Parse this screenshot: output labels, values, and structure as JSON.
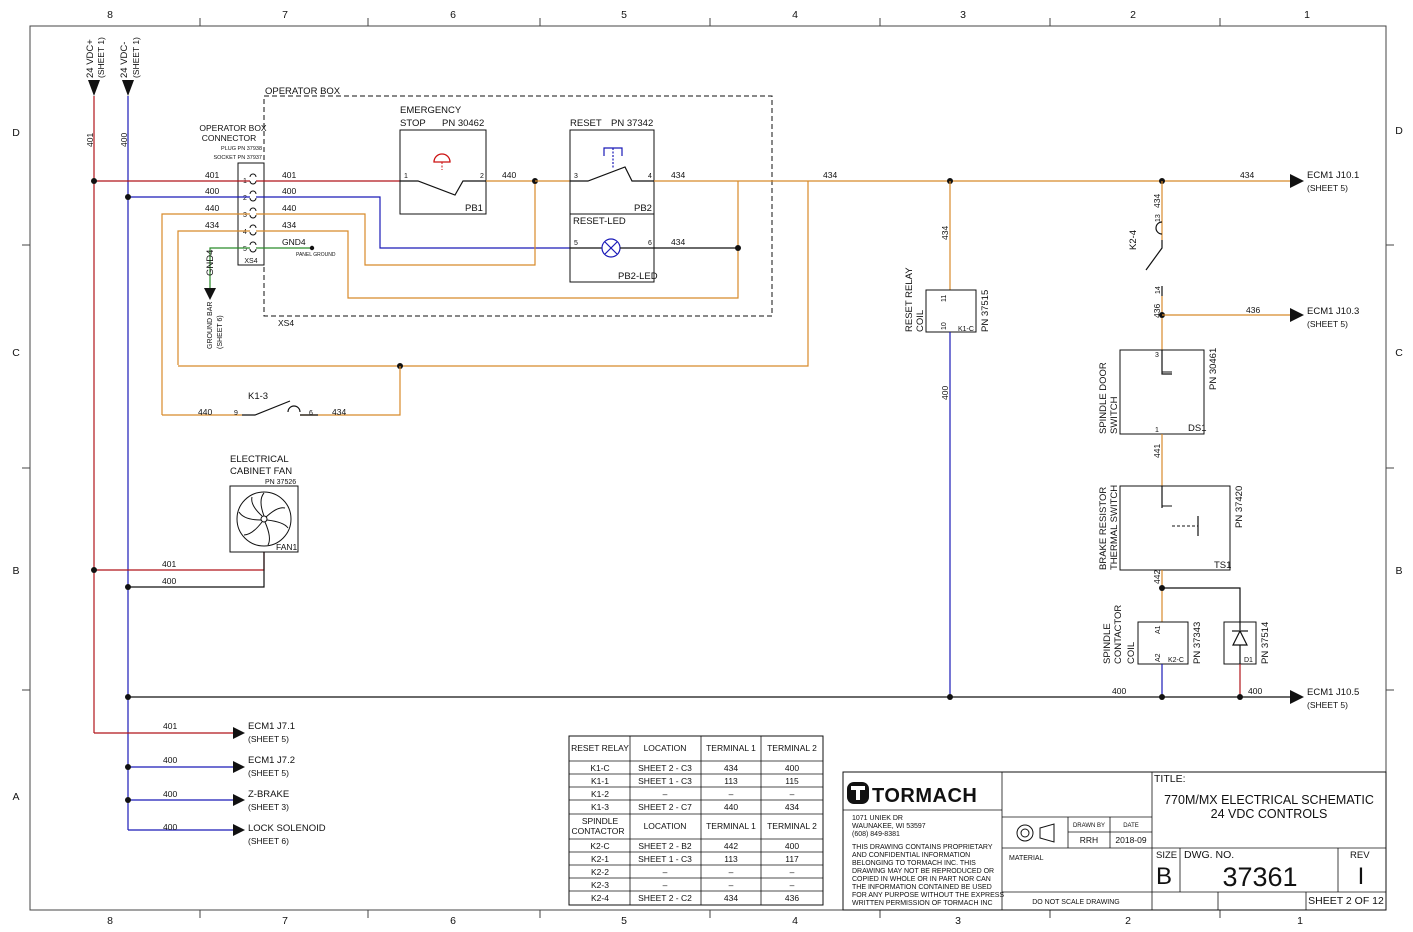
{
  "border": {
    "cols_top": [
      "8",
      "7",
      "6",
      "5",
      "4",
      "3",
      "2",
      "1"
    ],
    "cols_bottom": [
      "8",
      "7",
      "6",
      "5",
      "4",
      "3",
      "2",
      "1"
    ],
    "rows": [
      "D",
      "C",
      "B",
      "A"
    ]
  },
  "colors": {
    "red": "#b0151a",
    "blue": "#1a1ab8",
    "orange": "#d88a2a",
    "green": "#2a8c2a",
    "black": "#111111"
  },
  "supply": {
    "pos": {
      "label": "24 VDC+",
      "sheet": "(SHEET 1)",
      "wire": "401"
    },
    "neg": {
      "label": "24 VDC-",
      "sheet": "(SHEET 1)",
      "wire": "400"
    }
  },
  "operator_box": {
    "title": "OPERATOR BOX",
    "tag": "XS4",
    "connector": {
      "line1": "OPERATOR BOX",
      "line2": "CONNECTOR",
      "plug": "PLUG PN 37938",
      "socket": "SOCKET PN 37937",
      "tag": "XS4",
      "pins": [
        "1",
        "2",
        "3",
        "4",
        "5"
      ]
    },
    "wires_left": [
      "401",
      "400",
      "440",
      "434"
    ],
    "wires_right": [
      "401",
      "400",
      "440",
      "434"
    ],
    "gnd_label": "GND4",
    "panel_ground": "PANEL GROUND",
    "estop": {
      "line1": "EMERGENCY",
      "line2": "STOP",
      "pn": "PN 30462",
      "pin1": "1",
      "pin2": "2",
      "tag": "PB1"
    },
    "reset": {
      "label": "RESET",
      "pn": "PN 37342",
      "pin3": "3",
      "pin4": "4",
      "tag": "PB2"
    },
    "reset_led": {
      "label": "RESET-LED",
      "pin5": "5",
      "pin6": "6",
      "tag": "PB2-LED"
    },
    "w440": "440",
    "w434a": "434",
    "w434b": "434"
  },
  "ground_bar": {
    "wire": "GND4",
    "label": "GROUND BAR",
    "sheet": "(SHEET 6)"
  },
  "k13": {
    "label": "K1-3",
    "wire_l": "440",
    "pin9": "9",
    "pin6": "6",
    "wire_r": "434"
  },
  "fan": {
    "line1": "ELECTRICAL",
    "line2": "CABINET FAN",
    "pn": "PN 37526",
    "tag": "FAN1",
    "w401": "401",
    "w400": "400"
  },
  "bus434": "434",
  "relay": {
    "label1": "RESET RELAY",
    "label2": "COIL",
    "pn": "PN 37515",
    "tag": "K1-C",
    "pin11": "11",
    "pin10": "10",
    "w_top": "434",
    "w_bot": "400"
  },
  "right": {
    "ecm101": {
      "name": "ECM1 J10.1",
      "sheet": "(SHEET 5)",
      "wire": "434"
    },
    "ecm103": {
      "name": "ECM1 J10.3",
      "sheet": "(SHEET 5)",
      "wire": "436"
    },
    "ecm105": {
      "name": "ECM1 J10.5",
      "sheet": "(SHEET 5)",
      "wire": "400"
    },
    "k24": {
      "label": "K2-4",
      "pin13": "13",
      "pin14": "14",
      "w_top": "434",
      "w_bot": "436"
    },
    "door": {
      "label1": "SPINDLE DOOR",
      "label2": "SWITCH",
      "pn": "PN 30461",
      "tag": "DS1",
      "pin3": "3",
      "pin1": "1"
    },
    "w441": "441",
    "brake": {
      "label1": "BRAKE RESISTOR",
      "label2": "THERMAL SWITCH",
      "pn": "PN 37420",
      "tag": "TS1"
    },
    "w442": "442",
    "contactor": {
      "label1": "SPINDLE",
      "label2": "CONTACTOR",
      "label3": "COIL",
      "pn": "PN 37343",
      "tag": "K2-C",
      "a1": "A1",
      "a2": "A2"
    },
    "diode": {
      "pn": "PN 37514",
      "tag": "D1"
    },
    "w400": "400"
  },
  "bottom": [
    {
      "wire": "401",
      "name": "ECM1 J7.1",
      "sheet": "(SHEET 5)"
    },
    {
      "wire": "400",
      "name": "ECM1 J7.2",
      "sheet": "(SHEET 5)"
    },
    {
      "wire": "400",
      "name": "Z-BRAKE",
      "sheet": "(SHEET 3)"
    },
    {
      "wire": "400",
      "name": "LOCK SOLENOID",
      "sheet": "(SHEET 6)"
    }
  ],
  "table": {
    "h1": [
      "RESET RELAY",
      "LOCATION",
      "TERMINAL 1",
      "TERMINAL 2"
    ],
    "rows1": [
      [
        "K1-C",
        "SHEET 2 - C3",
        "434",
        "400"
      ],
      [
        "K1-1",
        "SHEET 1 - C3",
        "113",
        "115"
      ],
      [
        "K1-2",
        "–",
        "–",
        "–"
      ],
      [
        "K1-3",
        "SHEET 2 - C7",
        "440",
        "434"
      ]
    ],
    "h2a": "SPINDLE",
    "h2b": "CONTACTOR",
    "h2": [
      "LOCATION",
      "TERMINAL 1",
      "TERMINAL 2"
    ],
    "rows2": [
      [
        "K2-C",
        "SHEET 2 - B2",
        "442",
        "400"
      ],
      [
        "K2-1",
        "SHEET 1 - C3",
        "113",
        "117"
      ],
      [
        "K2-2",
        "–",
        "–",
        "–"
      ],
      [
        "K2-3",
        "–",
        "–",
        "–"
      ],
      [
        "K2-4",
        "SHEET 2 - C2",
        "434",
        "436"
      ]
    ]
  },
  "title_block": {
    "logo": "TORMACH",
    "addr1": "1071 UNIEK DR",
    "addr2": "WAUNAKEE, WI 53597",
    "addr3": "(608) 849-8381",
    "notice": [
      "THIS DRAWING CONTAINS PROPRIETARY",
      "AND CONFIDENTIAL INFORMATION",
      "BELONGING TO TORMACH INC. THIS",
      "DRAWING MAY NOT BE REPRODUCED OR",
      "COPIED IN WHOLE OR IN PART NOR CAN",
      "THE INFORMATION CONTAINED BE USED",
      "FOR ANY PURPOSE WITHOUT THE EXPRESS",
      "WRITTEN PERMISSION OF TORMACH INC"
    ],
    "drawn_by_label": "DRAWN BY",
    "date_label": "DATE",
    "drawn_by": "RRH",
    "date": "2018-09",
    "material": "MATERIAL",
    "no_scale": "DO NOT SCALE DRAWING",
    "title_label": "TITLE:",
    "title1": "770M/MX ELECTRICAL SCHEMATIC",
    "title2": "24 VDC CONTROLS",
    "size_label": "SIZE",
    "size": "B",
    "dwg_label": "DWG.  NO.",
    "dwg": "37361",
    "rev_label": "REV",
    "rev": "I",
    "sheet": "SHEET 2 OF 12"
  }
}
